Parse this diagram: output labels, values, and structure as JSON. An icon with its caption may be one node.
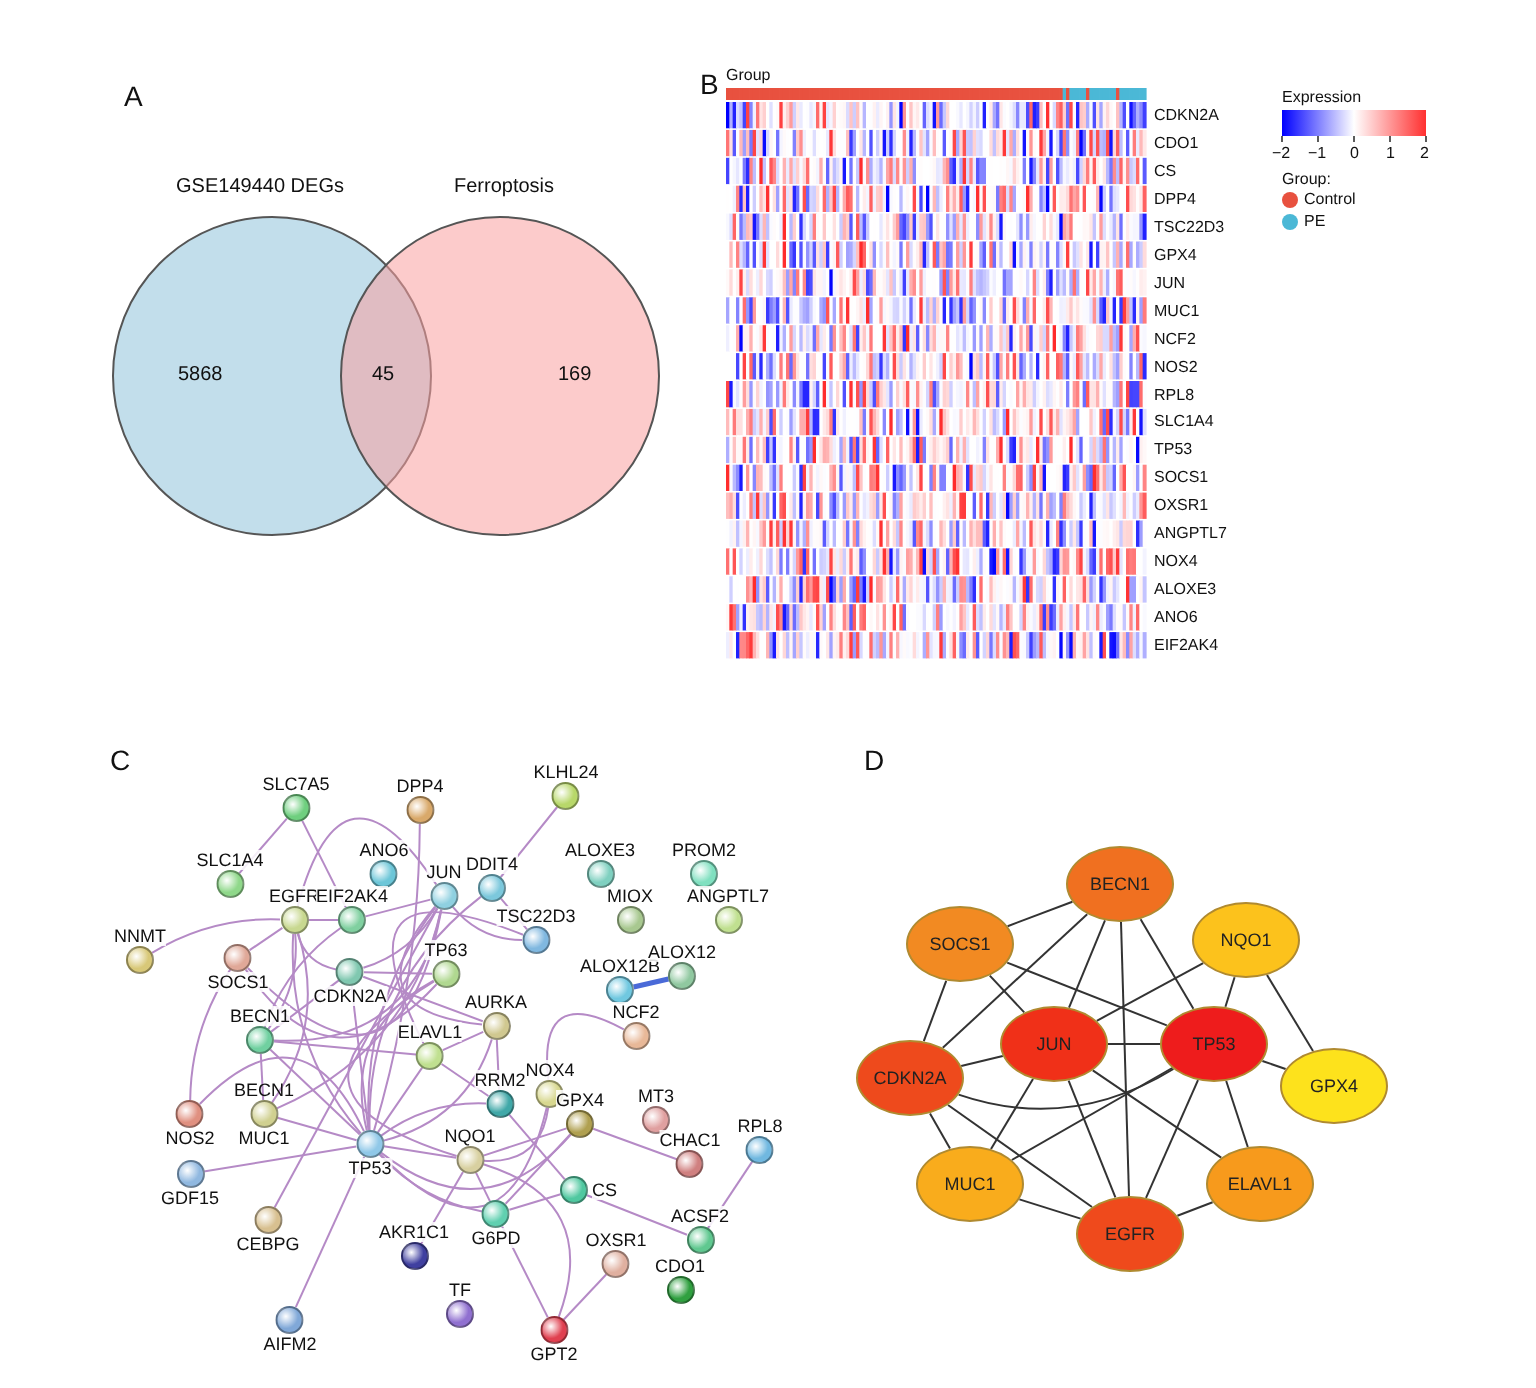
{
  "diagram": {
    "nodes": [
      {
        "text": [
          "GSE149440 DEGs",
          "5868"
        ]
      },
      {
        "text": [
          "Ferroptosis",
          "169"
        ]
      },
      {
        "text": [
          "SLC7A5"
        ]
      },
      {
        "text": [
          "DPP4"
        ]
      },
      {
        "text": [
          "KLHL24"
        ]
      },
      {
        "text": [
          "SLC1A4"
        ]
      },
      {
        "text": [
          "ANO6"
        ]
      },
      {
        "text": [
          "JUN"
        ]
      },
      {
        "text": [
          "DDIT4"
        ]
      },
      {
        "text": [
          "ALOXE3"
        ]
      },
      {
        "text": [
          "PROM2"
        ]
      },
      {
        "text": [
          "EGFR"
        ]
      },
      {
        "text": [
          "EIF2AK4"
        ]
      },
      {
        "text": [
          "MIOX"
        ]
      },
      {
        "text": [
          "ANGPTL7"
        ]
      },
      {
        "text": [
          "NNMT"
        ]
      },
      {
        "text": [
          "SOCS1"
        ]
      },
      {
        "text": [
          "CDKN2A"
        ]
      },
      {
        "text": [
          "TP63"
        ]
      },
      {
        "text": [
          "TSC22D3"
        ]
      },
      {
        "text": [
          "ALOX12B"
        ]
      },
      {
        "text": [
          "ALOX12"
        ]
      },
      {
        "text": [
          "BECN1"
        ]
      },
      {
        "text": [
          "AURKA"
        ]
      },
      {
        "text": [
          "ELAVL1"
        ]
      },
      {
        "text": [
          "NCF2"
        ]
      },
      {
        "text": [
          "RRM2"
        ]
      },
      {
        "text": [
          "NOX4"
        ]
      },
      {
        "text": [
          "MT3"
        ]
      },
      {
        "text": [
          "NOS2"
        ]
      },
      {
        "text": [
          "MUC1"
        ]
      },
      {
        "text": [
          "GPX4"
        ]
      },
      {
        "text": [
          "CHAC1"
        ]
      },
      {
        "text": [
          "RPL8"
        ]
      },
      {
        "text": [
          "TP53"
        ]
      },
      {
        "text": [
          "NQO1"
        ]
      },
      {
        "text": [
          "GDF15"
        ]
      },
      {
        "text": [
          "CS"
        ]
      },
      {
        "text": [
          "CEBPG"
        ]
      },
      {
        "text": [
          "G6PD"
        ]
      },
      {
        "text": [
          "ACSF2"
        ]
      },
      {
        "text": [
          "AKR1C1"
        ]
      },
      {
        "text": [
          "OXSR1"
        ]
      },
      {
        "text": [
          "CDO1"
        ]
      },
      {
        "text": [
          "TF"
        ]
      },
      {
        "text": [
          "AIFM2"
        ]
      },
      {
        "text": [
          "GPT2"
        ]
      },
      {
        "text": [
          "BECN1"
        ]
      },
      {
        "text": [
          "SOCS1"
        ]
      },
      {
        "text": [
          "NQO1"
        ]
      },
      {
        "text": [
          "JUN"
        ]
      },
      {
        "text": [
          "TP53"
        ]
      },
      {
        "text": [
          "CDKN2A"
        ]
      },
      {
        "text": [
          "GPX4"
        ]
      },
      {
        "text": [
          "MUC1"
        ]
      },
      {
        "text": [
          "ELAVL1"
        ]
      },
      {
        "text": [
          "EGFR"
        ]
      }
    ],
    "edges": [
      {
        "from": 2,
        "to": 5,
        "arrow": "none"
      },
      {
        "from": 2,
        "to": 12,
        "arrow": "none"
      },
      {
        "from": 3,
        "to": 34,
        "arrow": "none"
      },
      {
        "from": 4,
        "to": 8,
        "arrow": "none"
      },
      {
        "from": 7,
        "to": 11,
        "arrow": "none"
      },
      {
        "from": 7,
        "to": 12,
        "arrow": "none"
      },
      {
        "from": 7,
        "to": 16,
        "arrow": "none"
      },
      {
        "from": 7,
        "to": 17,
        "arrow": "none"
      },
      {
        "from": 7,
        "to": 19,
        "arrow": "none"
      },
      {
        "from": 7,
        "to": 34,
        "arrow": "none"
      },
      {
        "from": 7,
        "to": 22,
        "arrow": "none"
      },
      {
        "from": 7,
        "to": 30,
        "arrow": "none"
      },
      {
        "from": 7,
        "to": 23,
        "arrow": "none"
      },
      {
        "from": 7,
        "to": 38,
        "arrow": "none"
      },
      {
        "from": 8,
        "to": 34,
        "arrow": "none"
      },
      {
        "from": 8,
        "to": 19,
        "arrow": "none"
      },
      {
        "from": 11,
        "to": 15,
        "arrow": "none"
      },
      {
        "from": 11,
        "to": 12,
        "arrow": "none"
      },
      {
        "from": 11,
        "to": 16,
        "arrow": "none"
      },
      {
        "from": 11,
        "to": 17,
        "arrow": "none"
      },
      {
        "from": 11,
        "to": 22,
        "arrow": "none"
      },
      {
        "from": 11,
        "to": 34,
        "arrow": "none"
      },
      {
        "from": 11,
        "to": 30,
        "arrow": "none"
      },
      {
        "from": 12,
        "to": 22,
        "arrow": "none"
      },
      {
        "from": 16,
        "to": 18,
        "arrow": "none"
      },
      {
        "from": 16,
        "to": 29,
        "arrow": "none"
      },
      {
        "from": 17,
        "to": 34,
        "arrow": "none"
      },
      {
        "from": 17,
        "to": 23,
        "arrow": "none"
      },
      {
        "from": 17,
        "to": 22,
        "arrow": "none"
      },
      {
        "from": 17,
        "to": 18,
        "arrow": "none"
      },
      {
        "from": 18,
        "to": 34,
        "arrow": "none"
      },
      {
        "from": 18,
        "to": 35,
        "arrow": "none"
      },
      {
        "from": 19,
        "to": 24,
        "arrow": "none"
      },
      {
        "from": 20,
        "to": 21,
        "arrow": "none",
        "style": "thick",
        "color": "#4a6ad8"
      },
      {
        "from": 23,
        "to": 34,
        "arrow": "none"
      },
      {
        "from": 23,
        "to": 26,
        "arrow": "none"
      },
      {
        "from": 23,
        "to": 24,
        "arrow": "none"
      },
      {
        "from": 22,
        "to": 34,
        "arrow": "none"
      },
      {
        "from": 22,
        "to": 24,
        "arrow": "none"
      },
      {
        "from": 22,
        "to": 30,
        "arrow": "none"
      },
      {
        "from": 24,
        "to": 34,
        "arrow": "none"
      },
      {
        "from": 24,
        "to": 26,
        "arrow": "none"
      },
      {
        "from": 25,
        "to": 27,
        "arrow": "none"
      },
      {
        "from": 26,
        "to": 34,
        "arrow": "none"
      },
      {
        "from": 26,
        "to": 37,
        "arrow": "none"
      },
      {
        "from": 27,
        "to": 34,
        "arrow": "none"
      },
      {
        "from": 27,
        "to": 35,
        "arrow": "none"
      },
      {
        "from": 31,
        "to": 34,
        "arrow": "none"
      },
      {
        "from": 31,
        "to": 32,
        "arrow": "none"
      },
      {
        "from": 31,
        "to": 39,
        "arrow": "none"
      },
      {
        "from": 31,
        "to": 35,
        "arrow": "none"
      },
      {
        "from": 33,
        "to": 40,
        "arrow": "none"
      },
      {
        "from": 34,
        "to": 35,
        "arrow": "none"
      },
      {
        "from": 34,
        "to": 39,
        "arrow": "none"
      },
      {
        "from": 34,
        "to": 36,
        "arrow": "none"
      },
      {
        "from": 34,
        "to": 30,
        "arrow": "none"
      },
      {
        "from": 34,
        "to": 29,
        "arrow": "none"
      },
      {
        "from": 34,
        "to": 45,
        "arrow": "none"
      },
      {
        "from": 35,
        "to": 41,
        "arrow": "none"
      },
      {
        "from": 35,
        "to": 39,
        "arrow": "none"
      },
      {
        "from": 35,
        "to": 46,
        "arrow": "none"
      },
      {
        "from": 37,
        "to": 40,
        "arrow": "none"
      },
      {
        "from": 37,
        "to": 39,
        "arrow": "none"
      },
      {
        "from": 39,
        "to": 46,
        "arrow": "none"
      },
      {
        "from": 42,
        "to": 46,
        "arrow": "none"
      },
      {
        "from": 48,
        "to": 47,
        "arrow": "none",
        "color": "#333333"
      },
      {
        "from": 47,
        "to": 52,
        "arrow": "none",
        "color": "#333333"
      },
      {
        "from": 47,
        "to": 50,
        "arrow": "none",
        "color": "#333333"
      },
      {
        "from": 47,
        "to": 56,
        "arrow": "none",
        "color": "#333333"
      },
      {
        "from": 47,
        "to": 51,
        "arrow": "none",
        "color": "#333333"
      },
      {
        "from": 48,
        "to": 52,
        "arrow": "none",
        "color": "#333333"
      },
      {
        "from": 48,
        "to": 50,
        "arrow": "none",
        "color": "#333333"
      },
      {
        "from": 48,
        "to": 51,
        "arrow": "none",
        "color": "#333333"
      },
      {
        "from": 49,
        "to": 50,
        "arrow": "none",
        "color": "#333333"
      },
      {
        "from": 49,
        "to": 51,
        "arrow": "none",
        "color": "#333333"
      },
      {
        "from": 49,
        "to": 53,
        "arrow": "none",
        "color": "#333333"
      },
      {
        "from": 50,
        "to": 51,
        "arrow": "none",
        "color": "#333333"
      },
      {
        "from": 52,
        "to": 50,
        "arrow": "none",
        "color": "#333333"
      },
      {
        "from": 52,
        "to": 51,
        "arrow": "none",
        "color": "#333333"
      },
      {
        "from": 52,
        "to": 54,
        "arrow": "none",
        "color": "#333333"
      },
      {
        "from": 52,
        "to": 56,
        "arrow": "none",
        "color": "#333333"
      },
      {
        "from": 50,
        "to": 54,
        "arrow": "none",
        "color": "#333333"
      },
      {
        "from": 50,
        "to": 56,
        "arrow": "none",
        "color": "#333333"
      },
      {
        "from": 50,
        "to": 55,
        "arrow": "none",
        "color": "#333333"
      },
      {
        "from": 51,
        "to": 54,
        "arrow": "none",
        "color": "#333333"
      },
      {
        "from": 51,
        "to": 56,
        "arrow": "none",
        "color": "#333333"
      },
      {
        "from": 51,
        "to": 55,
        "arrow": "none",
        "color": "#333333"
      },
      {
        "from": 51,
        "to": 53,
        "arrow": "none",
        "color": "#333333"
      },
      {
        "from": 54,
        "to": 56,
        "arrow": "none",
        "color": "#333333"
      },
      {
        "from": 55,
        "to": 56,
        "arrow": "none",
        "color": "#333333"
      }
    ],
    "labels": [
      "A",
      "B",
      "45",
      "Group",
      "CDKN2A",
      "CDO1",
      "CS",
      "DPP4",
      "TSC22D3",
      "GPX4",
      "JUN",
      "MUC1",
      "NCF2",
      "NOS2",
      "RPL8",
      "SLC1A4",
      "TP53",
      "SOCS1",
      "OXSR1",
      "ANGPTL7",
      "NOX4",
      "ALOXE3",
      "ANO6",
      "EIF2AK4",
      "Expression",
      "−2",
      "−1",
      "0",
      "1",
      "2",
      "Group:",
      "C",
      "BECN1",
      "D"
    ],
    "legend": [
      {
        "text": "Control",
        "color": "#e8513f"
      },
      {
        "text": "PE",
        "color": "#4bb8d6"
      }
    ]
  }
}
